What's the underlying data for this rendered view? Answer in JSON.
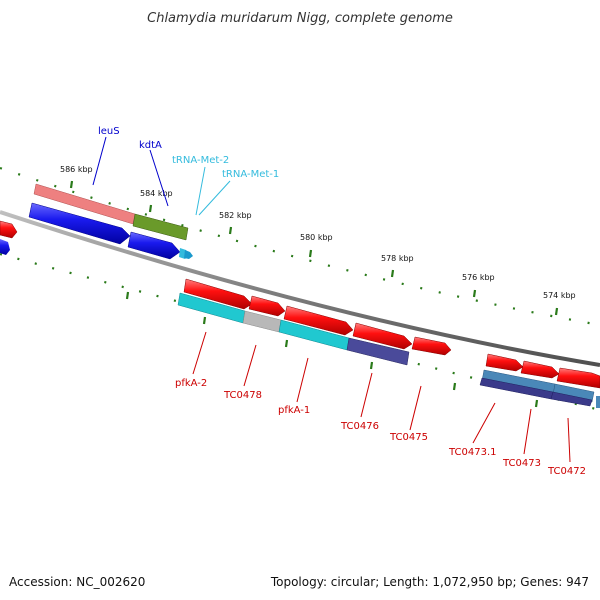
{
  "title": "Chlamydia muridarum Nigg, complete genome",
  "footer": {
    "accession": "Accession: NC_002620",
    "summary": "Topology: circular; Length: 1,072,950 bp; Genes: 947"
  },
  "ticks": [
    "586 kbp",
    "584 kbp",
    "582 kbp",
    "580 kbp",
    "578 kbp",
    "576 kbp",
    "574 kbp"
  ],
  "genes_above": [
    "leuS",
    "kdtA"
  ],
  "rnas_above": [
    "tRNA-Met-2",
    "tRNA-Met-1"
  ],
  "genes_below": [
    "pfkA-2",
    "TC0478",
    "pfkA-1",
    "TC0476",
    "TC0475",
    "TC0473.1",
    "TC0473",
    "TC0472"
  ],
  "colors": {
    "backbone": "#808080",
    "tick": "#2a7a1a",
    "gene_red": "#ff1010",
    "gene_blue": "#1a1aee",
    "cds_pink": "#ee8080",
    "cds_olive": "#6a9a2a",
    "cds_cyan": "#20c8d0",
    "cds_purple": "#4a4a9a",
    "cds_steel": "#4a88b8",
    "label_blue": "#0000cc",
    "label_cyan": "#33bbdd",
    "label_red": "#cc0000"
  }
}
